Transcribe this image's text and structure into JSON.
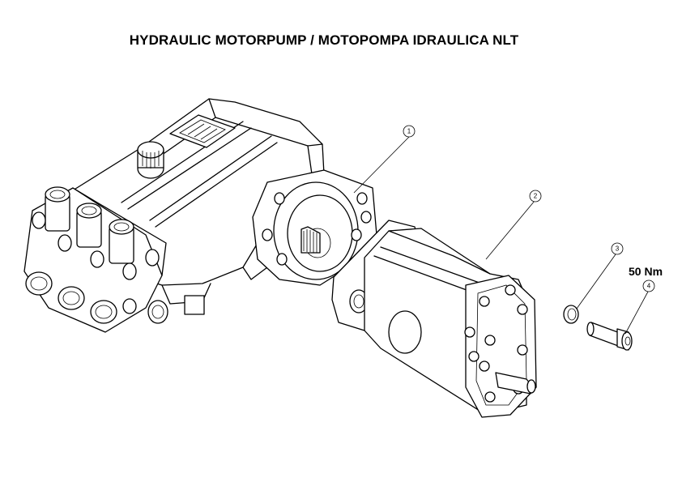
{
  "title": "HYDRAULIC MOTORPUMP / MOTOPOMPA IDRAULICA NLT",
  "torque_label": "50 Nm",
  "callouts": [
    {
      "number": "1",
      "part": "flange"
    },
    {
      "number": "2",
      "part": "hydraulic-motor"
    },
    {
      "number": "3",
      "part": "washer"
    },
    {
      "number": "4",
      "part": "screw"
    }
  ]
}
